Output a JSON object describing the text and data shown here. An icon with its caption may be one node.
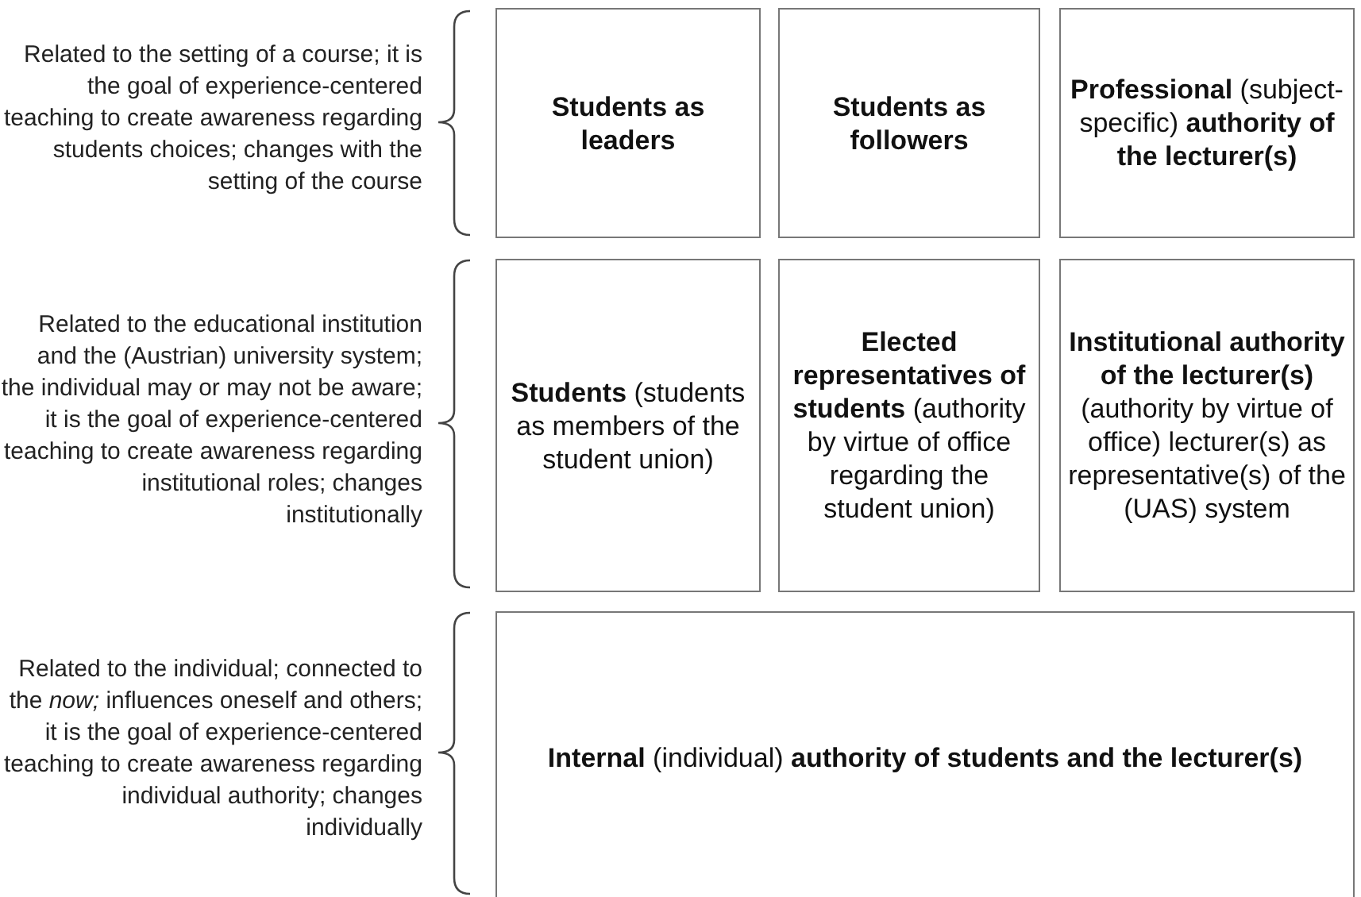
{
  "diagram": {
    "nodes": [
      {
        "text": [
          "Students as leaders"
        ]
      },
      {
        "text": [
          "Students as followers"
        ]
      },
      {
        "text": [
          "**Professional** (subject-specific) **authority of the lecturer(s)**"
        ]
      },
      {
        "text": [
          "**Students** (students as members of the student union)"
        ]
      },
      {
        "text": [
          "**Elected representatives of students** (authority by virtue of office regarding the student union)"
        ]
      },
      {
        "text": [
          "**Institutional authority of the lecturer(s)** (authority by virtue of office) lecturer(s) as representative(s) of the (UAS) system"
        ]
      },
      {
        "text": [
          "**Internal** (individual) **authority of students and the lecturer(s)**"
        ]
      }
    ],
    "edges": [],
    "labels": [
      "Related to the setting of a course; it is the goal of experience-centered teaching to create awareness regarding students choices; changes with the setting of the course",
      "Related to the educational institution and the (Austrian) university system; the individual may or may not be aware; it is the goal of experience-centered teaching to create awareness regarding institutional roles; changes institutionally",
      "Related to the individual; connected to the *now;* influences oneself and others; it is the goal of experience-centered teaching to create awareness regarding individual authority; changes individually"
    ]
  }
}
